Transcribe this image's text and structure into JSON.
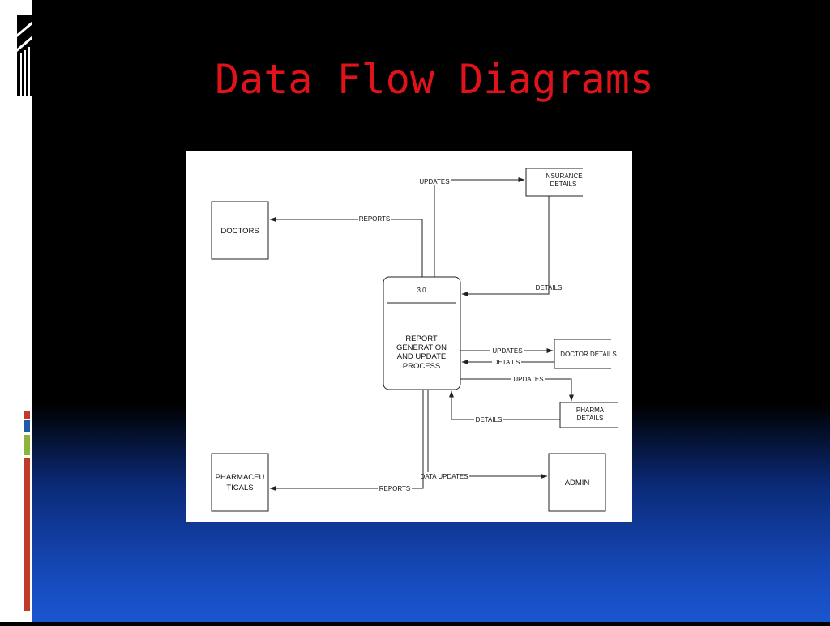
{
  "slide": {
    "title": "Data Flow Diagrams"
  },
  "diagram": {
    "process": {
      "number": "3.0",
      "name_lines": [
        "REPORT",
        "GENERATION",
        "AND UPDATE",
        "PROCESS"
      ]
    },
    "entities": {
      "doctors": "DOCTORS",
      "pharmaceuticals_lines": [
        "PHARMACEU",
        "TICALS"
      ],
      "admin": "ADMIN"
    },
    "stores": {
      "insurance_lines": [
        "INSURANCE",
        "DETAILS"
      ],
      "doctor_details": "DOCTOR DETAILS",
      "pharma_lines": [
        "PHARMA",
        "DETAILS"
      ]
    },
    "flows": {
      "reports_doctors": "REPORTS",
      "updates_insurance": "UPDATES",
      "details_insurance": "DETAILS",
      "updates_doctor": "UPDATES",
      "details_doctor": "DETAILS",
      "updates_pharma": "UPDATES",
      "details_pharma": "DETAILS",
      "data_updates_admin": "DATA UPDATES",
      "reports_pharmaceuticals": "REPORTS"
    }
  },
  "colors": {
    "title": "#e0131a",
    "deco_red": "#c0392b",
    "deco_blue": "#1f5aa8",
    "deco_green": "#8db33a"
  }
}
